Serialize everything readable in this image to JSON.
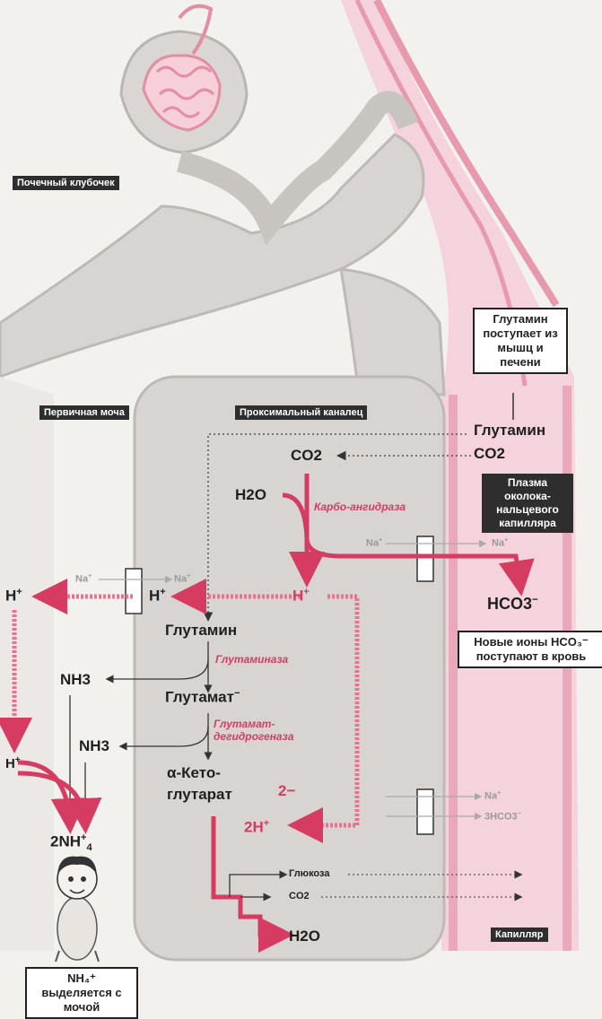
{
  "labels": {
    "glomerulus": "Почечный клубочек",
    "primary_urine": "Первичная моча",
    "proximal_tubule": "Проксимальный каналец",
    "capillary": "Капилляр"
  },
  "boxes": {
    "glutamine_source": "Глутамин поступает из мышц и печени",
    "plasma": "Плазма околока-нальцевого капилляра",
    "new_ions": "Новые ионы HCO₃⁻ поступают в кровь",
    "nh4_excreted": "NH₄⁺ выделяется с мочой"
  },
  "molecules": {
    "glutamine_plasma": "Глутамин",
    "co2_plasma": "CO2",
    "co2_cell": "CO2",
    "h2o_top": "H2O",
    "h_plus_cell": "H",
    "h_plus_membrane": "H",
    "h_plus_lumen": "H",
    "h_plus_lumen_lower": "H",
    "glutamine_cell": "Глутамин",
    "nh3_first": "NH3",
    "glutamate": "Глутамат",
    "nh3_second": "NH3",
    "alpha_ketoglutarate": "α-Кето-глутарат",
    "charge_2minus": "2−",
    "two_h_plus": "2H",
    "two_nh4": "2NH",
    "hco3": "HCO3",
    "glucose": "Глюкоза",
    "co2_small": "CO2",
    "h2o_bottom": "H2O"
  },
  "enzymes": {
    "carbonic_anhydrase": "Карбо-ангидраза",
    "glutaminase": "Глутаминаза",
    "glutamate_dehydrogenase": "Глутамат-дегидрогеназа"
  },
  "transport": {
    "na_lumen_left": "Na",
    "na_lumen_right": "Na",
    "na_top_left": "Na",
    "na_top_right": "Na",
    "na_bottom": "Na",
    "hco3_bottom": "3HCO3"
  },
  "colors": {
    "accent_red": "#d63c62",
    "capillary_pink": "#f2c0cd",
    "tubule_grey": "#d7d4d1",
    "text_dark": "#1f1f1f"
  }
}
